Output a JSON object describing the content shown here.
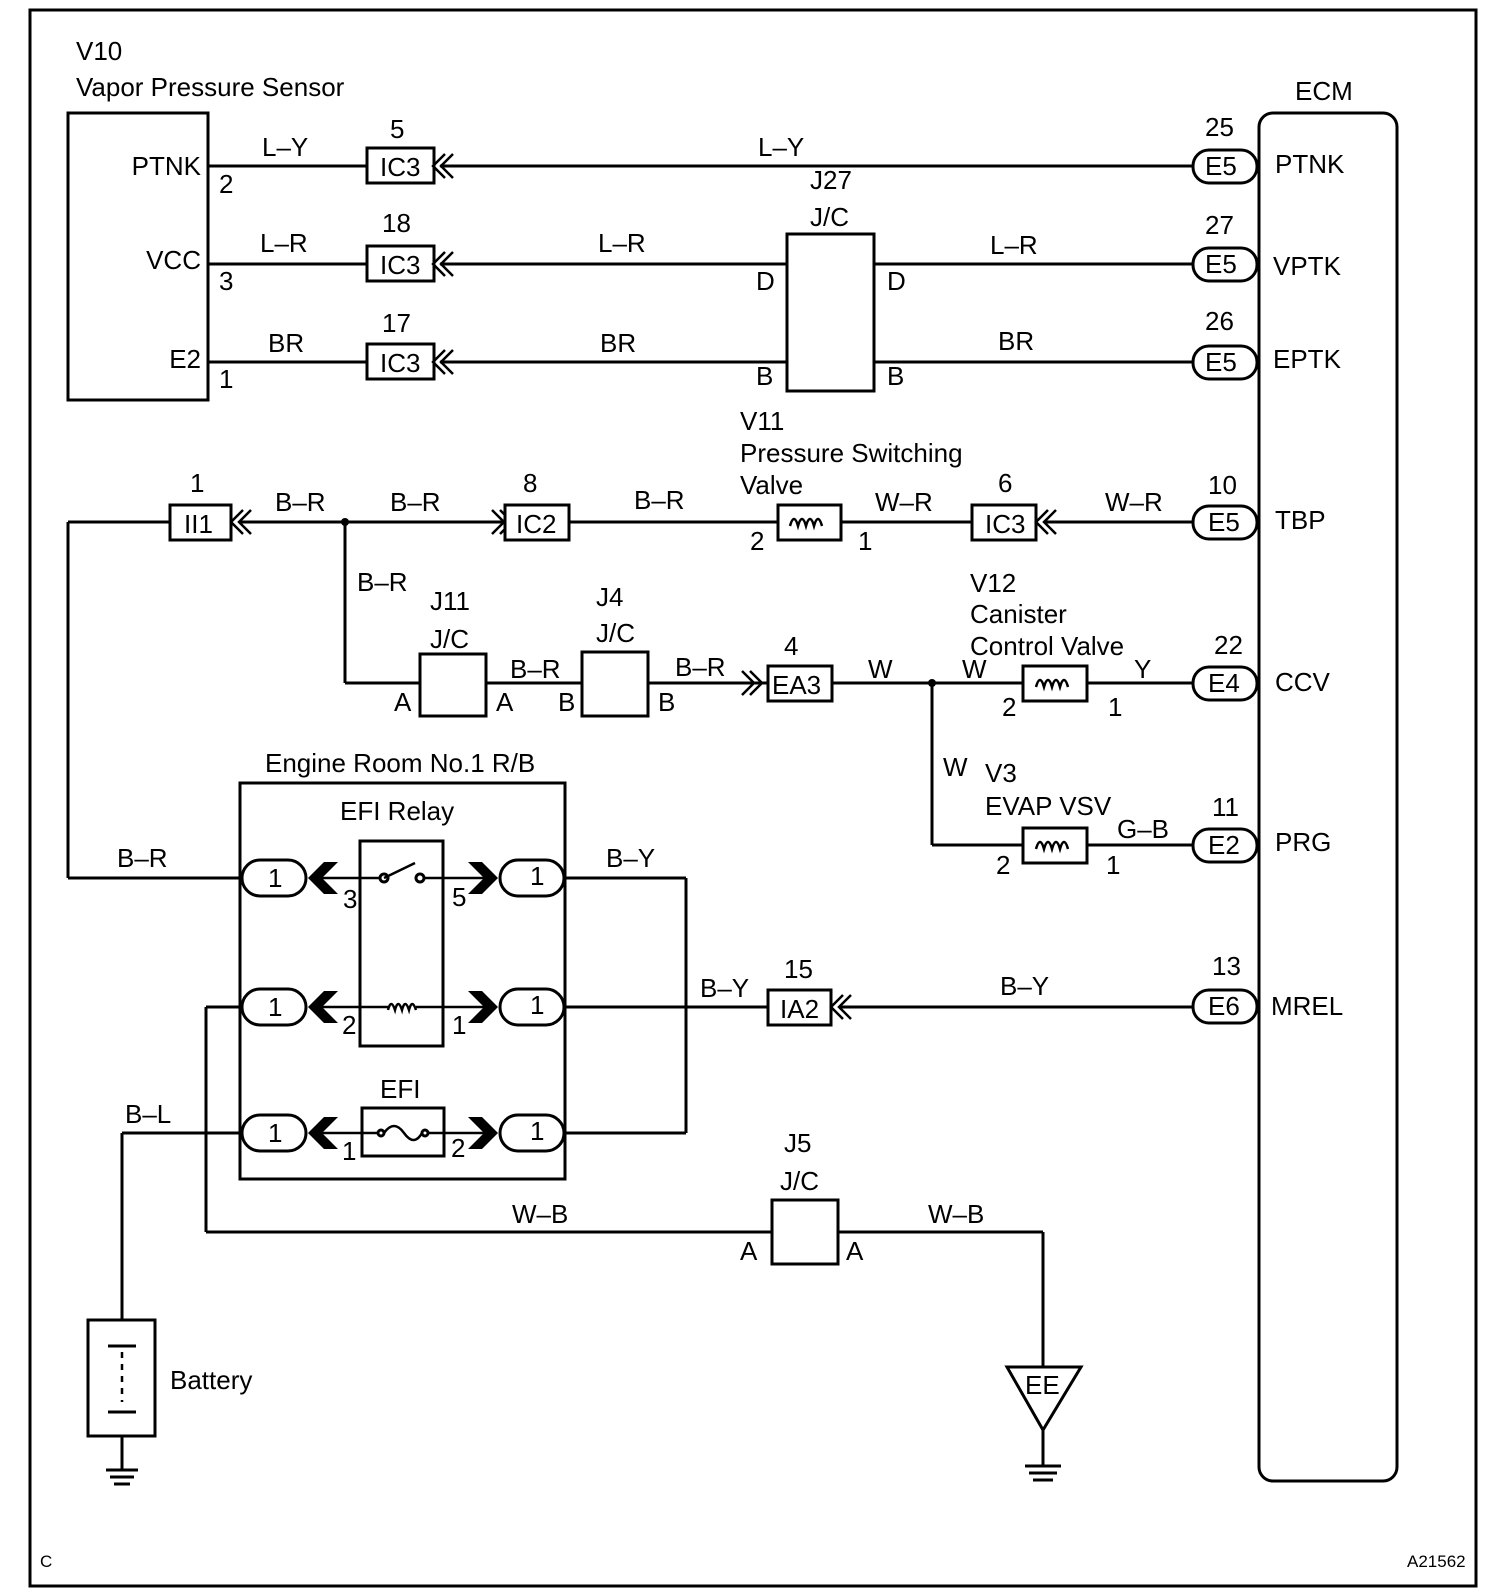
{
  "corner_left": "C",
  "figure_id": "A21562",
  "sensor": {
    "code": "V10",
    "name": "Vapor Pressure Sensor",
    "pins": [
      {
        "name": "PTNK",
        "num": "2",
        "wire": "L–Y"
      },
      {
        "name": "VCC",
        "num": "3",
        "wire": "L–R"
      },
      {
        "name": "E2",
        "num": "1",
        "wire": "BR"
      }
    ]
  },
  "ecm": {
    "title": "ECM",
    "pins": [
      {
        "num": "25",
        "conn": "E5",
        "name": "PTNK"
      },
      {
        "num": "27",
        "conn": "E5",
        "name": "VPTK"
      },
      {
        "num": "26",
        "conn": "E5",
        "name": "EPTK"
      },
      {
        "num": "10",
        "conn": "E5",
        "name": "TBP"
      },
      {
        "num": "22",
        "conn": "E4",
        "name": "CCV"
      },
      {
        "num": "11",
        "conn": "E2",
        "name": "PRG"
      },
      {
        "num": "13",
        "conn": "E6",
        "name": "MREL"
      }
    ]
  },
  "connectors": [
    {
      "code": "IC3",
      "num": "5"
    },
    {
      "code": "IC3",
      "num": "18"
    },
    {
      "code": "IC3",
      "num": "17"
    },
    {
      "code": "II1",
      "num": "1"
    },
    {
      "code": "IC2",
      "num": "8"
    },
    {
      "code": "IC3",
      "num": "6"
    },
    {
      "code": "EA3",
      "num": "4"
    },
    {
      "code": "IA2",
      "num": "15"
    }
  ],
  "wires": {
    "ly1": "L–Y",
    "ly2": "L–Y",
    "lr1": "L–R",
    "lr2": "L–R",
    "br1": "BR",
    "br2": "BR",
    "br_r1": "B–R",
    "br_r2": "B–R",
    "br_r3": "B–R",
    "br_r4": "B–R",
    "br_r5": "B–R",
    "br_r6": "B–R",
    "br_r7": "B–R",
    "wr1": "W–R",
    "wr2": "W–R",
    "w1": "W",
    "w2": "W",
    "w3": "W",
    "y1": "Y",
    "gb1": "G–B",
    "by1": "B–Y",
    "by2": "B–Y",
    "by3": "B–Y",
    "bl1": "B–L",
    "wb1": "W–B",
    "wb2": "W–B"
  },
  "j27": {
    "code": "J27",
    "type": "J/C",
    "pins": [
      "D",
      "D",
      "B",
      "B"
    ]
  },
  "j11": {
    "code": "J11",
    "type": "J/C",
    "pins": [
      "A",
      "A"
    ]
  },
  "j4": {
    "code": "J4",
    "type": "J/C",
    "pins": [
      "B",
      "B"
    ]
  },
  "j5": {
    "code": "J5",
    "type": "J/C",
    "pins": [
      "A",
      "A"
    ]
  },
  "v11": {
    "code": "V11",
    "name1": "Pressure Switching",
    "name2": "Valve",
    "pins": [
      "2",
      "1"
    ]
  },
  "v12": {
    "code": "V12",
    "name1": "Canister",
    "name2": "Control Valve",
    "pins": [
      "2",
      "1"
    ]
  },
  "v3": {
    "code": "V3",
    "name": "EVAP VSV",
    "pins": [
      "2",
      "1"
    ]
  },
  "rb": {
    "title": "Engine Room No.1 R/B",
    "relay": "EFI Relay",
    "fuse": "EFI",
    "term": "1",
    "pins": [
      "3",
      "5",
      "2",
      "1",
      "1",
      "2"
    ]
  },
  "battery": "Battery",
  "ground": "EE"
}
